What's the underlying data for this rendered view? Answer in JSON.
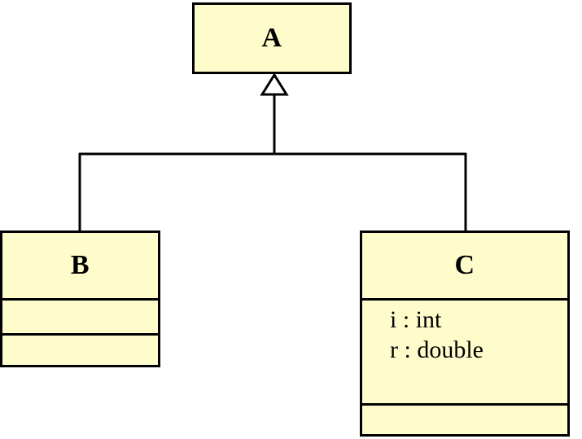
{
  "diagram": {
    "kind": "uml-class-diagram",
    "relationship": "generalization",
    "colors": {
      "class_fill": "#FFFCCC",
      "border": "#000000",
      "text": "#000000",
      "arrowhead_fill": "#FFFFFF",
      "background": "#FFFFFF"
    },
    "classes": [
      {
        "id": "A",
        "name": "A",
        "role": "superclass",
        "compartments": 1,
        "attributes": [],
        "operations": []
      },
      {
        "id": "B",
        "name": "B",
        "role": "subclass",
        "compartments": 3,
        "attributes": [],
        "operations": []
      },
      {
        "id": "C",
        "name": "C",
        "role": "subclass",
        "compartments": 3,
        "attributes": [
          "i : int",
          "r : double"
        ],
        "operations": []
      }
    ],
    "connectors": [
      {
        "from": "B",
        "to": "A",
        "type": "generalization",
        "arrowhead": "hollow-triangle"
      },
      {
        "from": "C",
        "to": "A",
        "type": "generalization",
        "arrowhead": "hollow-triangle"
      }
    ]
  }
}
